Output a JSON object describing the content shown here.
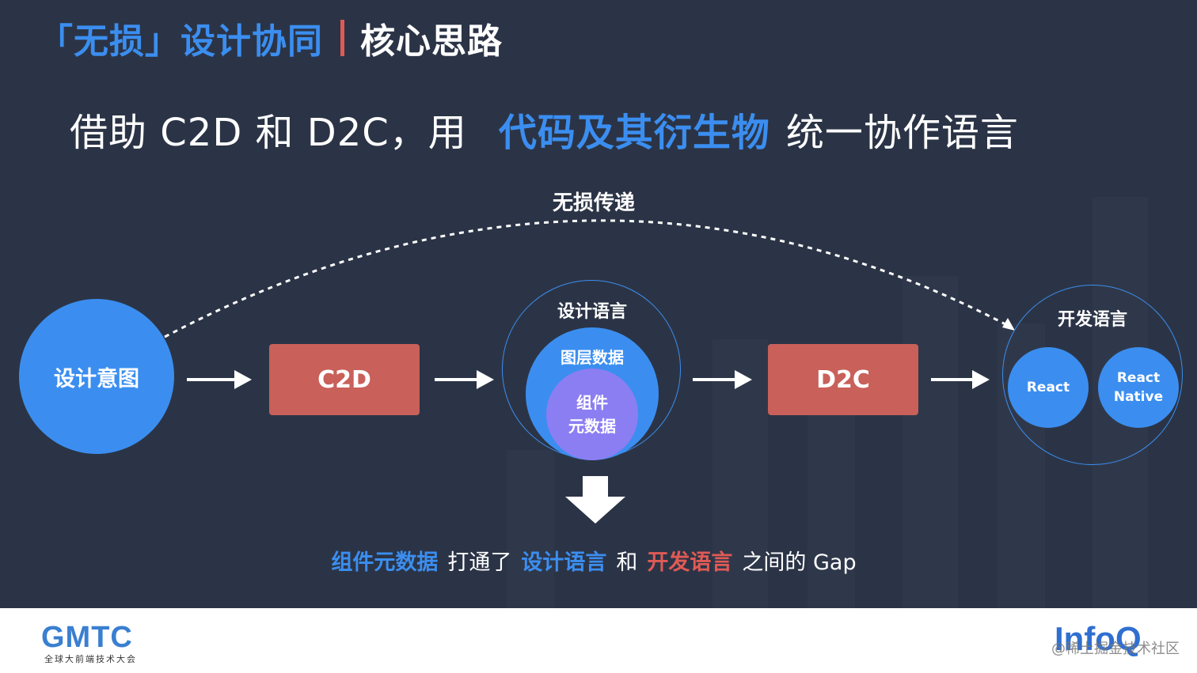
{
  "title": {
    "primary": "「无损」设计协同",
    "secondary": "核心思路"
  },
  "headline": {
    "part1": "借助 C2D 和 D2C，用",
    "highlight": "代码及其衍生物",
    "part2": "统一协作语言"
  },
  "diagram": {
    "lossless_label": "无损传递",
    "design_intent": "设计意图",
    "c2d": "C2D",
    "design_language": "设计语言",
    "layer_data": "图层数据",
    "component_line1": "组件",
    "component_line2": "元数据",
    "d2c": "D2C",
    "dev_language": "开发语言",
    "react": "React",
    "react_native_line1": "React",
    "react_native_line2": "Native"
  },
  "bottom": {
    "t1": "组件元数据",
    "t2": "打通了",
    "t3": "设计语言",
    "t4": "和",
    "t5": "开发语言",
    "t6": "之间的 Gap"
  },
  "footer": {
    "gmtc": "GMTC",
    "gmtc_sub": "全球大前端技术大会",
    "infoq": "InfoQ",
    "watermark": "@稀土掘金技术社区"
  },
  "colors": {
    "background": "#2b3446",
    "accent_blue": "#3b8ef0",
    "accent_red": "#e05a55",
    "box_red": "#c9605a",
    "purple": "#8b7ef2"
  }
}
